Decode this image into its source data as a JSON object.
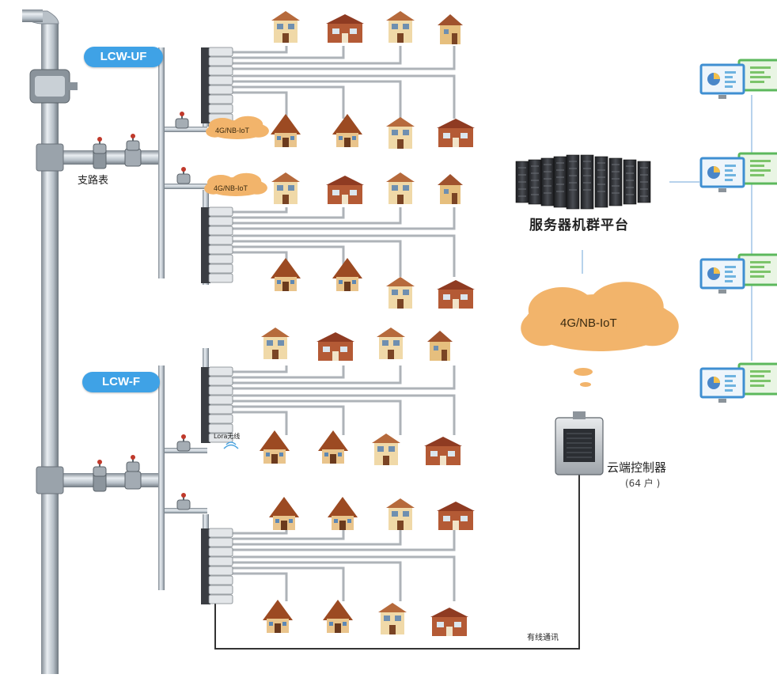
{
  "labels": {
    "lcw_uf": "LCW-UF",
    "lcw_f": "LCW-F",
    "branch_meter": "支路表",
    "server_platform": "服务器机群平台",
    "cloud_big": "4G/NB-IoT",
    "cloud_small_1": "4G/NB-IoT",
    "cloud_small_2": "4G/NB-IoT",
    "lora": "Lora无线",
    "cloud_controller": "云端控制器",
    "households": "(64 户 )",
    "wired": "有线通讯"
  },
  "colors": {
    "badge": "#3fa2e6",
    "cloud": "#f2b46b",
    "pipe": "#a9b1b8",
    "line": "#aeb3b8",
    "server": "#2b2d31",
    "roof": "#a0522d",
    "wall": "#f0d9a8",
    "monitor_green": "#5cb85c",
    "monitor_blue": "#3f8fd2"
  },
  "icons": {
    "house": "house-icon",
    "meter": "gas-meter-icon",
    "server": "server-rack-icon",
    "monitor": "monitor-icon",
    "controller": "controller-icon",
    "valve": "valve-icon",
    "cloud": "cloud-icon"
  }
}
